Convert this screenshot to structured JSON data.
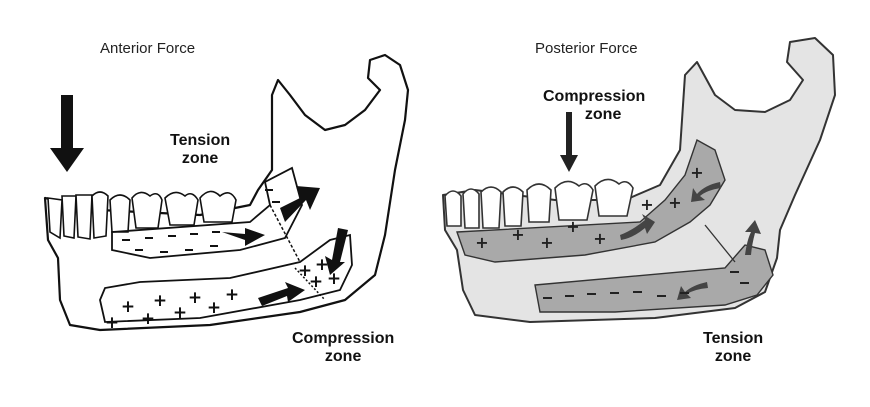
{
  "panels": [
    {
      "title": "Anterior Force",
      "zones": {
        "tension_line1": "Tension",
        "tension_line2": "zone",
        "compression_line1": "Compression",
        "compression_line2": "zone"
      },
      "fill": "#ffffff",
      "stroke": "#111111"
    },
    {
      "title": "Posterior Force",
      "zones": {
        "compression_line1": "Compression",
        "compression_line2": "zone",
        "tension_line1": "Tension",
        "tension_line2": "zone"
      },
      "fill": "#e4e4e4",
      "zone_fill": "#a9a9a9",
      "stroke": "#333333"
    }
  ],
  "icons": [
    "force-arrow-icon",
    "stress-arrow-icon",
    "plus-sign-icon",
    "minus-sign-icon",
    "tooth-icon"
  ]
}
